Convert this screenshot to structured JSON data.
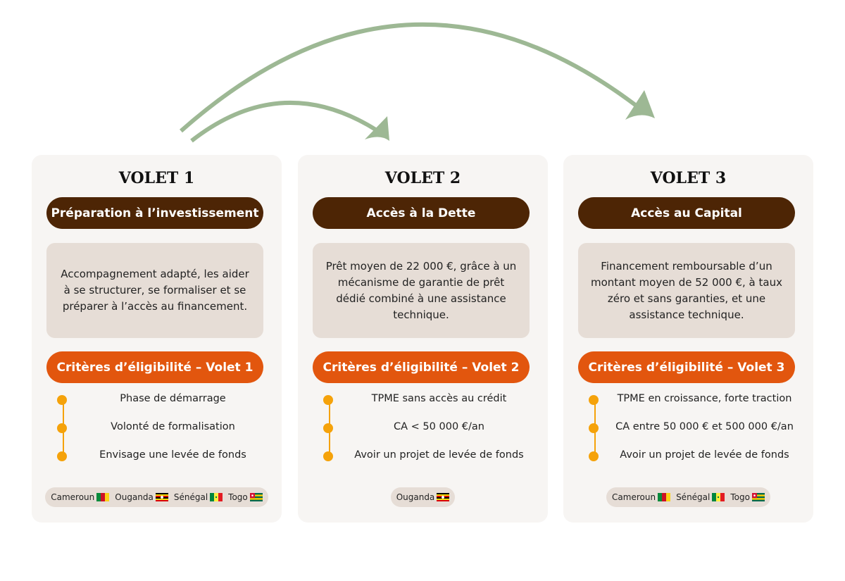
{
  "colors": {
    "brown": "#4d2505",
    "orange": "#e2560e",
    "dot": "#f5a20a",
    "arrow": "#9db894",
    "box": "#e6ddd6"
  },
  "volets": [
    {
      "title": "VOLET 1",
      "subtitle": "Préparation à l’investissement",
      "description": "Accompagnement adapté, les aider à se structurer, se formaliser et se préparer à l’accès au financement.",
      "criteria_title": "Critères d’éligibilité – Volet 1",
      "criteria": [
        "Phase de démarrage",
        "Volonté de formalisation",
        "Envisage une levée de fonds"
      ],
      "countries": [
        "Cameroun",
        "Ouganda",
        "Sénégal",
        "Togo"
      ]
    },
    {
      "title": "VOLET 2",
      "subtitle": "Accès à la Dette",
      "description": "Prêt moyen de 22 000 €, grâce à un mécanisme de garantie de prêt dédié combiné à une assistance technique.",
      "criteria_title": "Critères d’éligibilité – Volet 2",
      "criteria": [
        "TPME sans accès au crédit",
        "CA < 50 000 €/an",
        "Avoir un projet de levée de fonds"
      ],
      "countries": [
        "Ouganda"
      ]
    },
    {
      "title": "VOLET 3",
      "subtitle": "Accès au Capital",
      "description": "Financement remboursable d’un montant moyen de 52 000 €, à taux zéro et sans garanties, et une assistance technique.",
      "criteria_title": "Critères d’éligibilité – Volet 3",
      "criteria": [
        "TPME en croissance, forte traction",
        "CA entre 50 000 € et 500 000 €/an",
        "Avoir un projet de levée de fonds"
      ],
      "countries": [
        "Cameroun",
        "Sénégal",
        "Togo"
      ]
    }
  ]
}
